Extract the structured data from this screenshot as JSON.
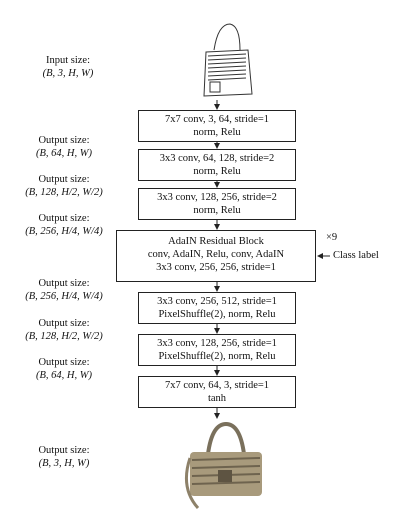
{
  "images": {
    "input_icon": "sketch-bag-icon",
    "output_icon": "photo-bag-icon"
  },
  "labels": [
    {
      "l1": "Input size:",
      "l2": "(B, 3, H, W)"
    },
    {
      "l1": "Output size:",
      "l2": "(B, 64, H, W)"
    },
    {
      "l1": "Output size:",
      "l2": "(B, 128, H/2, W/2)"
    },
    {
      "l1": "Output size:",
      "l2": "(B, 256, H/4, W/4)"
    },
    {
      "l1": "Output size:",
      "l2": "(B, 256, H/4, W/4)"
    },
    {
      "l1": "Output size:",
      "l2": "(B, 128, H/2, W/2)"
    },
    {
      "l1": "Output size:",
      "l2": "(B, 64, H, W)"
    },
    {
      "l1": "Output size:",
      "l2": "(B, 3, H, W)"
    }
  ],
  "blocks": [
    {
      "lines": [
        "7x7 conv, 3, 64, stride=1",
        "norm, Relu"
      ]
    },
    {
      "lines": [
        "3x3 conv, 64, 128, stride=2",
        "norm, Relu"
      ]
    },
    {
      "lines": [
        "3x3 conv, 128, 256, stride=2",
        "norm, Relu"
      ]
    },
    {
      "lines": [
        "AdaIN Residual Block",
        "conv, AdaIN, Relu, conv, AdaIN",
        "3x3 conv, 256, 256, stride=1"
      ]
    },
    {
      "lines": [
        "3x3 conv, 256, 512, stride=1",
        "PixelShuffle(2), norm, Relu"
      ]
    },
    {
      "lines": [
        "3x3 conv, 128, 256, stride=1",
        "PixelShuffle(2), norm, Relu"
      ]
    },
    {
      "lines": [
        "7x7 conv, 64, 3, stride=1",
        "tanh"
      ]
    }
  ],
  "residual_repeat": "×9",
  "class_label": "Class label"
}
